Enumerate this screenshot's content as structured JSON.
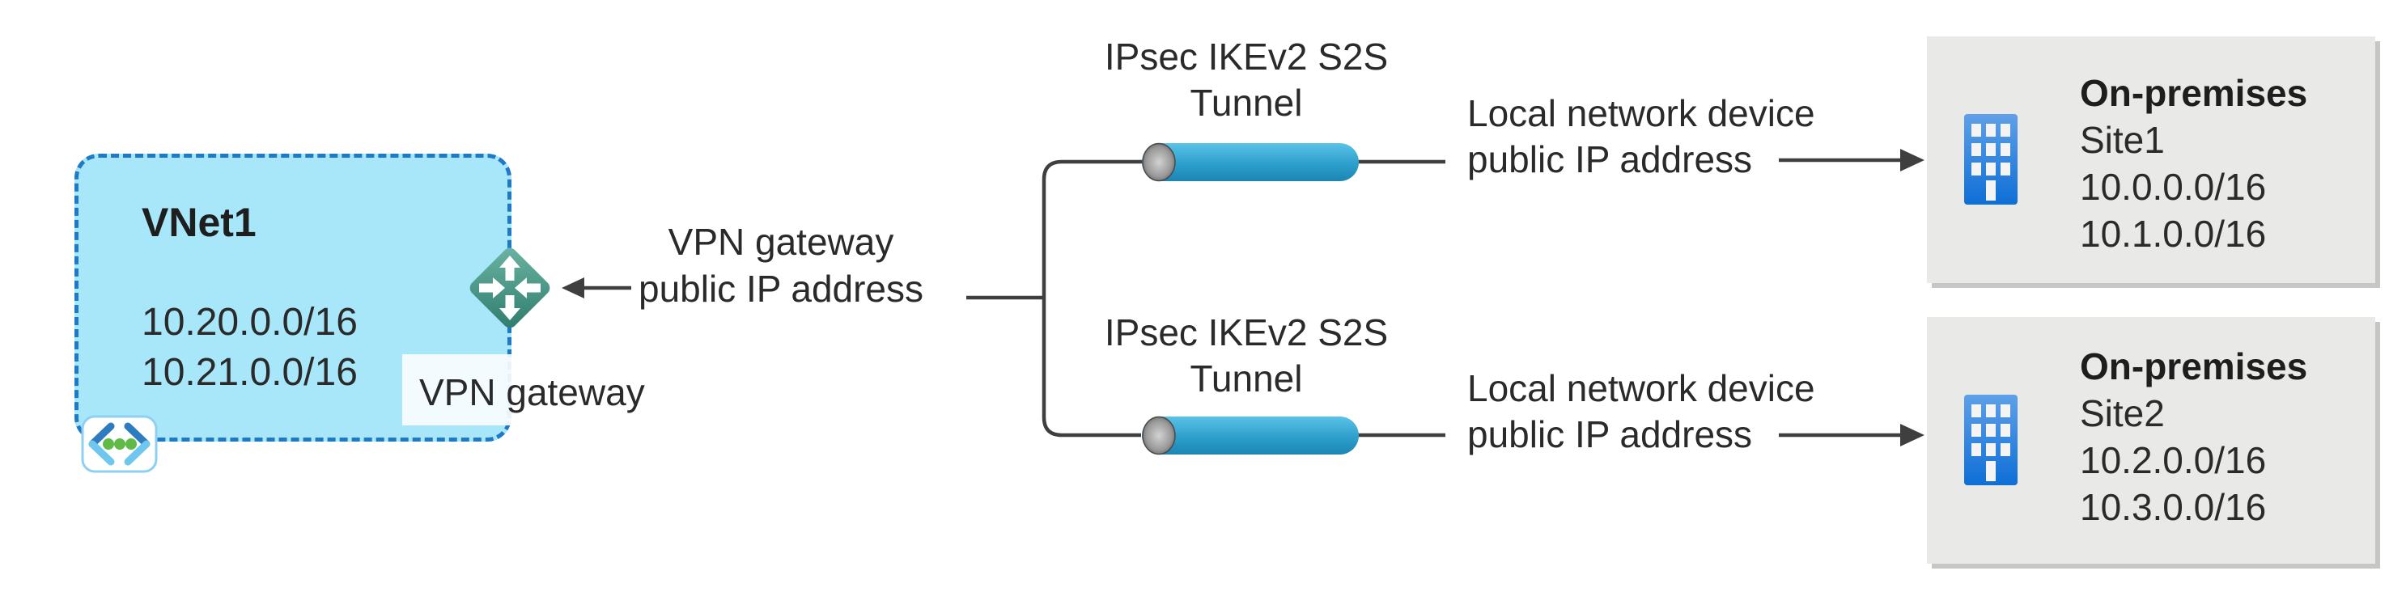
{
  "diagram": {
    "vnet": {
      "name": "VNet1",
      "address_space_1": "10.20.0.0/16",
      "address_space_2": "10.21.0.0/16",
      "gateway_label": "VPN gateway"
    },
    "gateway_ip_label": {
      "line1": "VPN gateway",
      "line2": "public IP address"
    },
    "tunnel1_label": {
      "line1": "IPsec IKEv2 S2S",
      "line2": "Tunnel"
    },
    "tunnel2_label": {
      "line1": "IPsec IKEv2 S2S",
      "line2": "Tunnel"
    },
    "device1_label": {
      "line1": "Local network device",
      "line2": "public IP address"
    },
    "device2_label": {
      "line1": "Local network device",
      "line2": "public IP address"
    },
    "site1": {
      "title": "On-premises",
      "name": "Site1",
      "address_space_1": "10.0.0.0/16",
      "address_space_2": "10.1.0.0/16"
    },
    "site2": {
      "title": "On-premises",
      "name": "Site2",
      "address_space_1": "10.2.0.0/16",
      "address_space_2": "10.3.0.0/16"
    },
    "icons": {
      "gateway": "vpn-gateway-diamond-icon",
      "vnet": "virtual-network-icon",
      "site": "office-building-icon",
      "tunnel": "tunnel-pipe-icon"
    },
    "colors": {
      "vnet_fill": "#A8E6FA",
      "vnet_border": "#1E7AC6",
      "gateway_teal_light": "#6CB4A4",
      "gateway_teal_dark": "#2E7C6C",
      "tunnel_blue_top": "#5AC3E8",
      "tunnel_blue_bottom": "#1C85B3",
      "site_fill": "#E9E9E7",
      "building_blue_top": "#5FA0E8",
      "building_blue_bottom": "#0E6FD6",
      "connector_line": "#3F3F3F",
      "vnet_icon_green": "#5FBB46",
      "vnet_icon_blue_dark": "#2E7CBF",
      "vnet_icon_blue_light": "#6FC6EF"
    }
  }
}
